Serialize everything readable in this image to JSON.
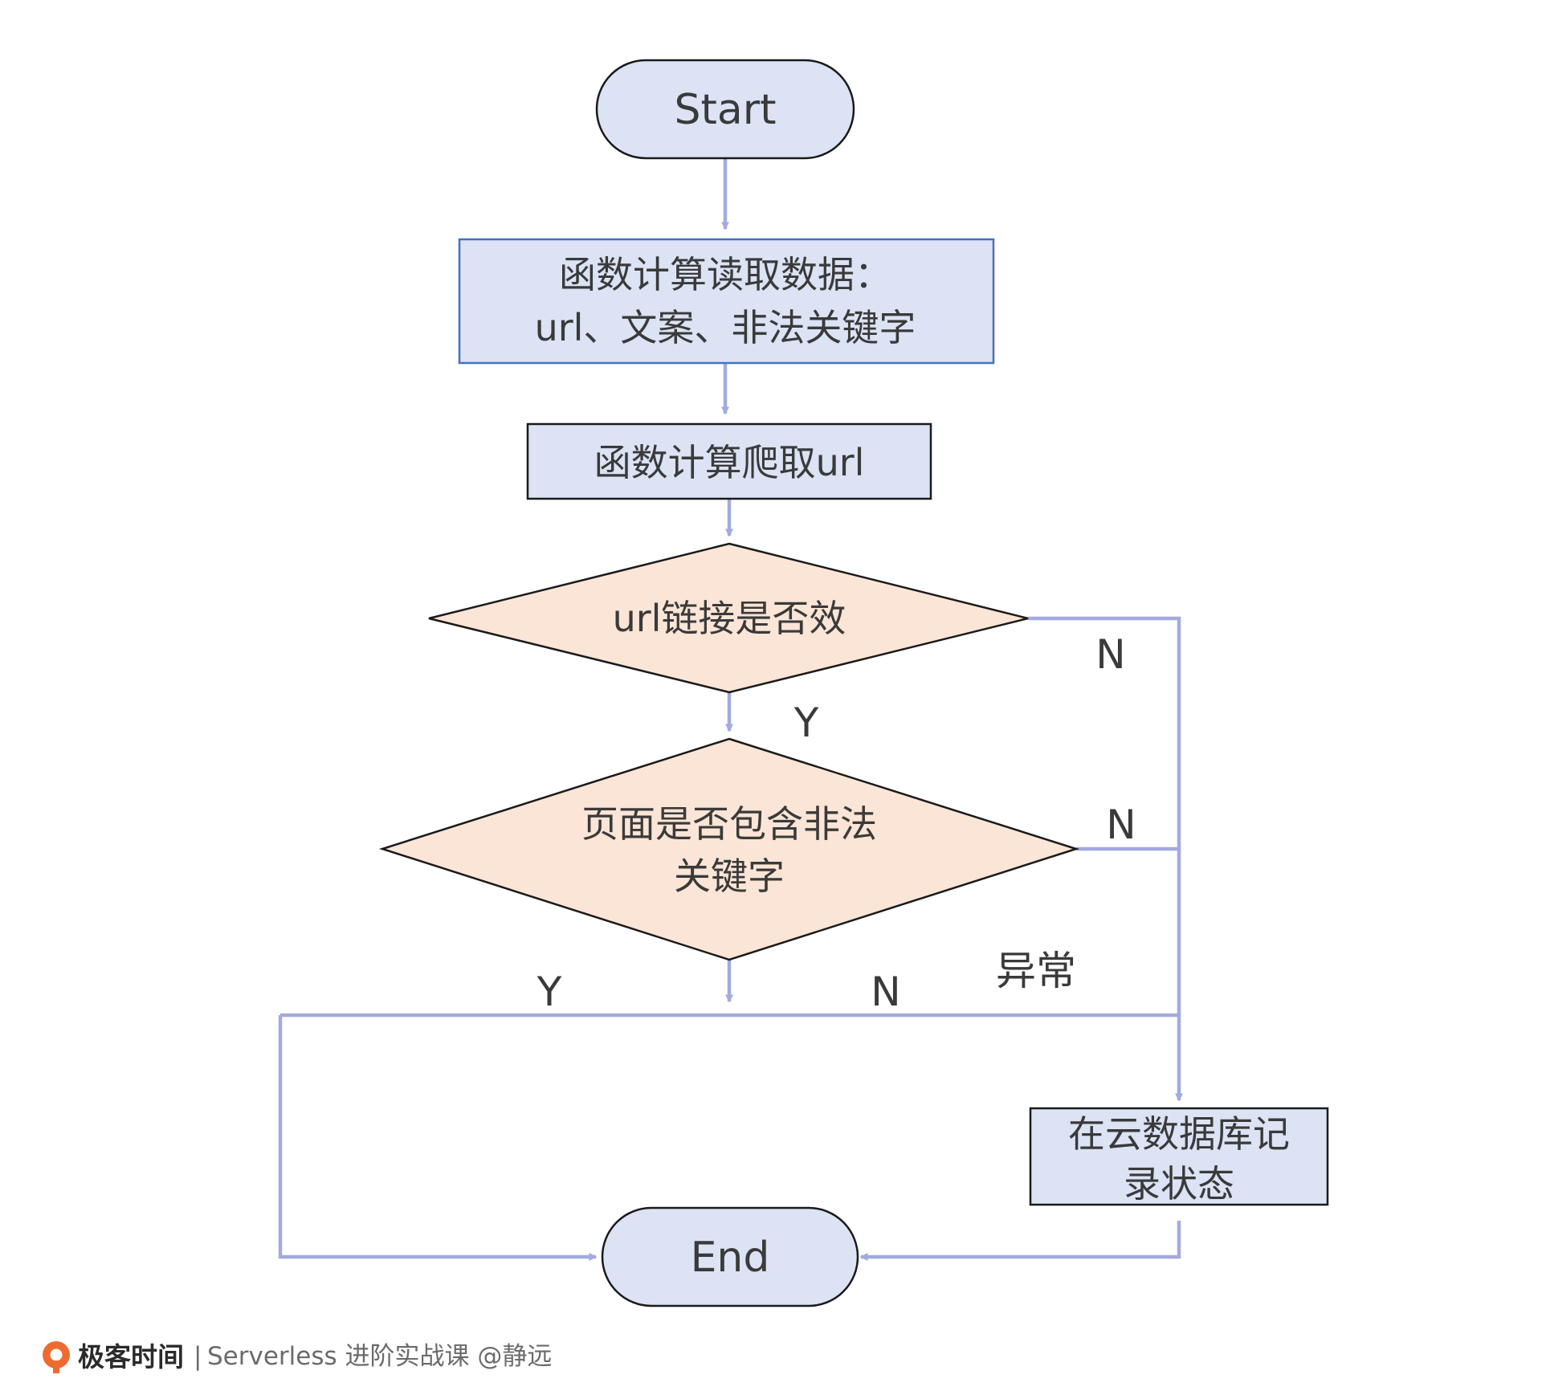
{
  "colors": {
    "box_fill": "#dbe3f4",
    "diamond_fill": "#fbe5d6",
    "edge": "#a3aae0",
    "box_blue_border": "#4472c4",
    "box_dark_border": "#1a1a1a",
    "text": "#3a3a3a",
    "logo": "#ee6b2f"
  },
  "nodes": {
    "start": "Start",
    "read_data": {
      "line1": "函数计算读取数据：",
      "line2": "url、文案、非法关键字"
    },
    "crawl": "函数计算爬取url",
    "valid_url": "url链接是否效",
    "illegal_kw": {
      "line1": "页面是否包含非法",
      "line2": "关键字"
    },
    "record": {
      "line1": "在云数据库记",
      "line2": "录状态"
    },
    "end": "End"
  },
  "edge_labels": {
    "valid_no": "N",
    "valid_yes": "Y",
    "illegal_no_right": "N",
    "exception": "异常",
    "illegal_yes": "Y",
    "illegal_no_bottom": "N"
  },
  "watermark": {
    "logo_icon": "geekbang-logo-icon",
    "brand": "极客时间",
    "separator": "|",
    "course": "Serverless 进阶实战课 @静远"
  }
}
